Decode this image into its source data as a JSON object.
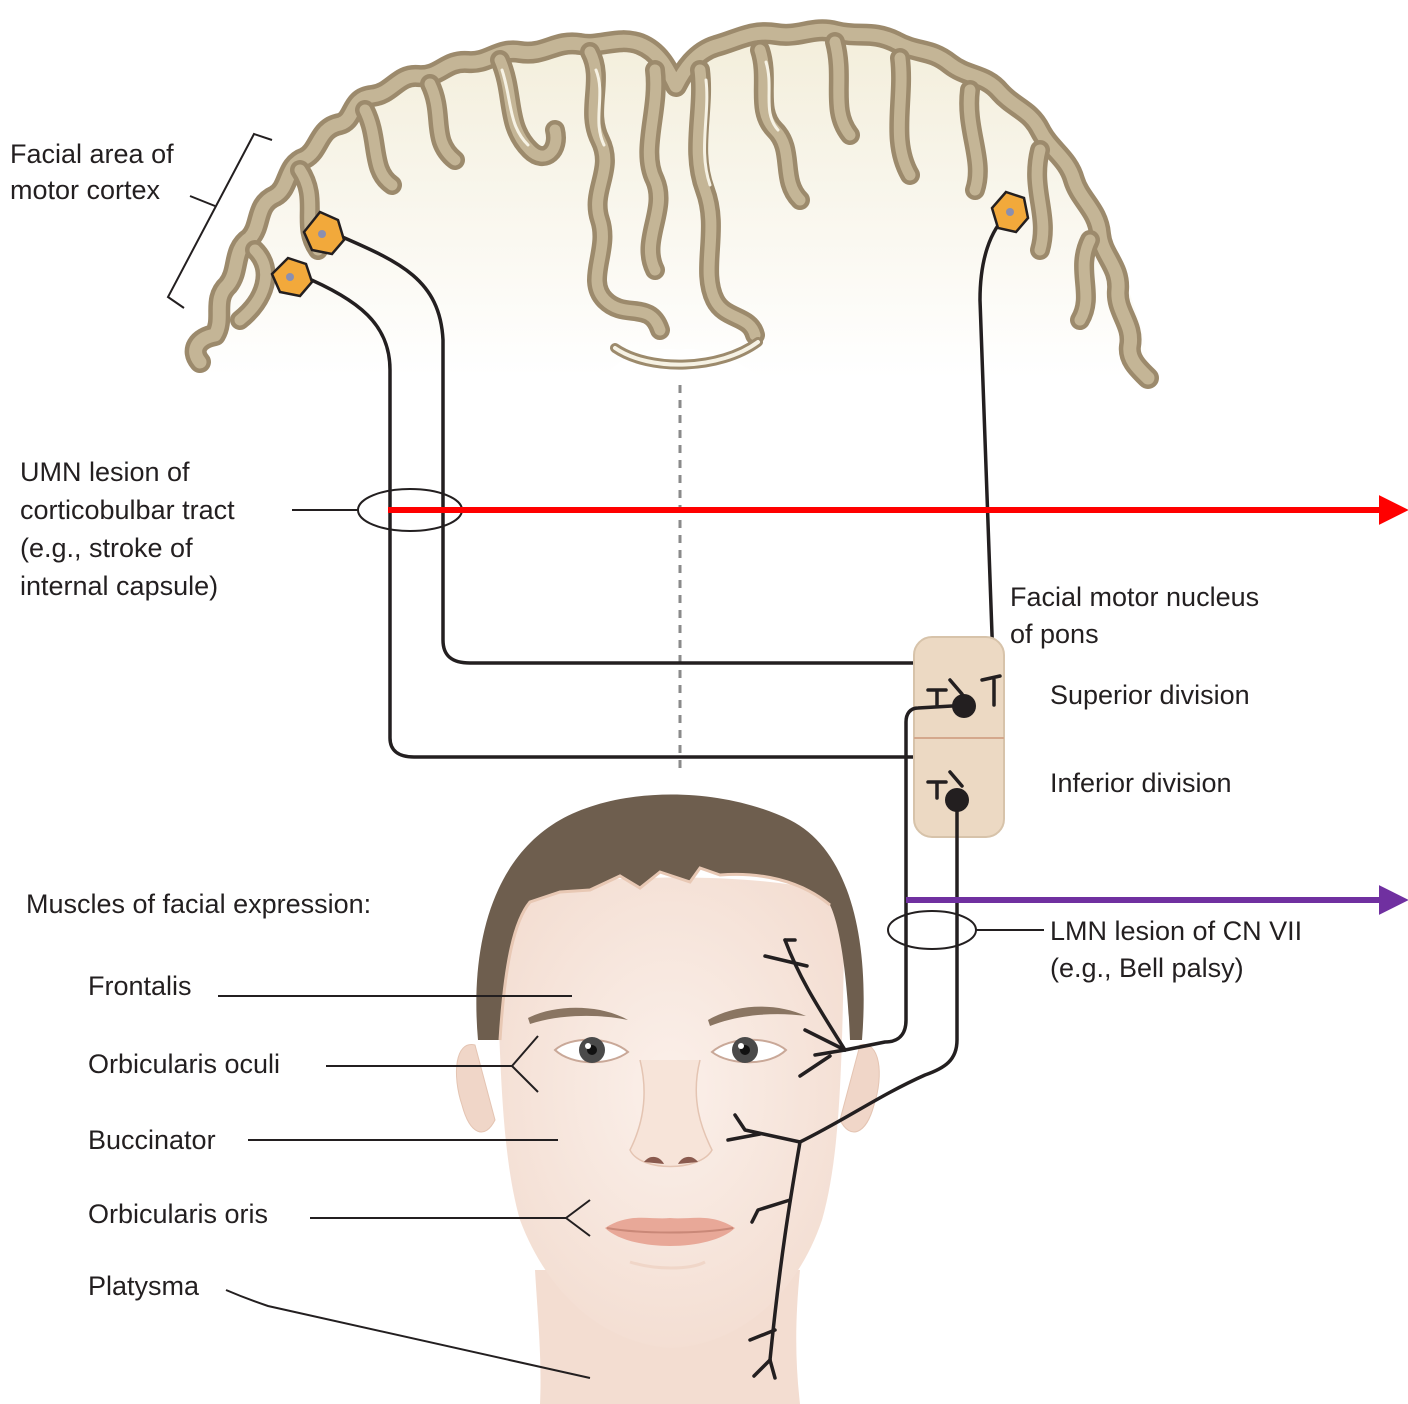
{
  "labels": {
    "facial_area_line1": "Facial area of",
    "facial_area_line2": "motor cortex",
    "umn_line1": "UMN lesion of",
    "umn_line2": "corticobulbar tract",
    "umn_line3": "(e.g., stroke of",
    "umn_line4": "internal capsule)",
    "nucleus_line1": "Facial motor nucleus",
    "nucleus_line2": "of pons",
    "superior_division": "Superior division",
    "inferior_division": "Inferior division",
    "muscles_heading": "Muscles of facial expression:",
    "frontalis": "Frontalis",
    "orbicularis_oculi": "Orbicularis oculi",
    "buccinator": "Buccinator",
    "orbicularis_oris": "Orbicularis oris",
    "platysma": "Platysma",
    "lmn_line1": "LMN lesion of CN VII",
    "lmn_line2": "(e.g., Bell palsy)"
  },
  "colors": {
    "cortex_gray_matter": "#b8a88a",
    "cortex_white_matter": "#f6f2e4",
    "neuron": "#f2a93b",
    "nucleus_box": "#ecd9c3",
    "umn_arrow": "#ff0000",
    "lmn_arrow": "#7030a0",
    "hair": "#6e5e4e",
    "skin": "#f8e6dc",
    "lips": "#e8a898",
    "nerve": "#231f20"
  }
}
